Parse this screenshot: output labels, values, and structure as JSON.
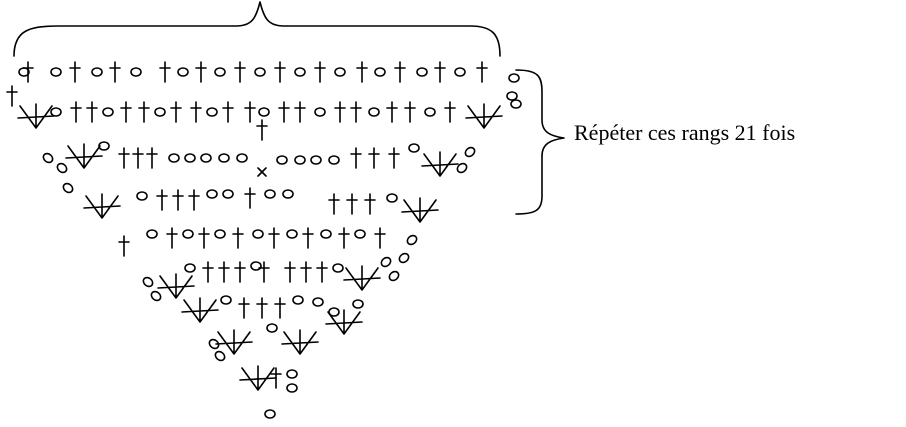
{
  "diagram": {
    "repeat_label": "Répéter ces rangs 21 fois",
    "stitch_color": "#000000",
    "background": "#ffffff",
    "symbols": [
      "chain-oval",
      "double-crochet",
      "slip-stitch-x",
      "shell-fan"
    ]
  }
}
